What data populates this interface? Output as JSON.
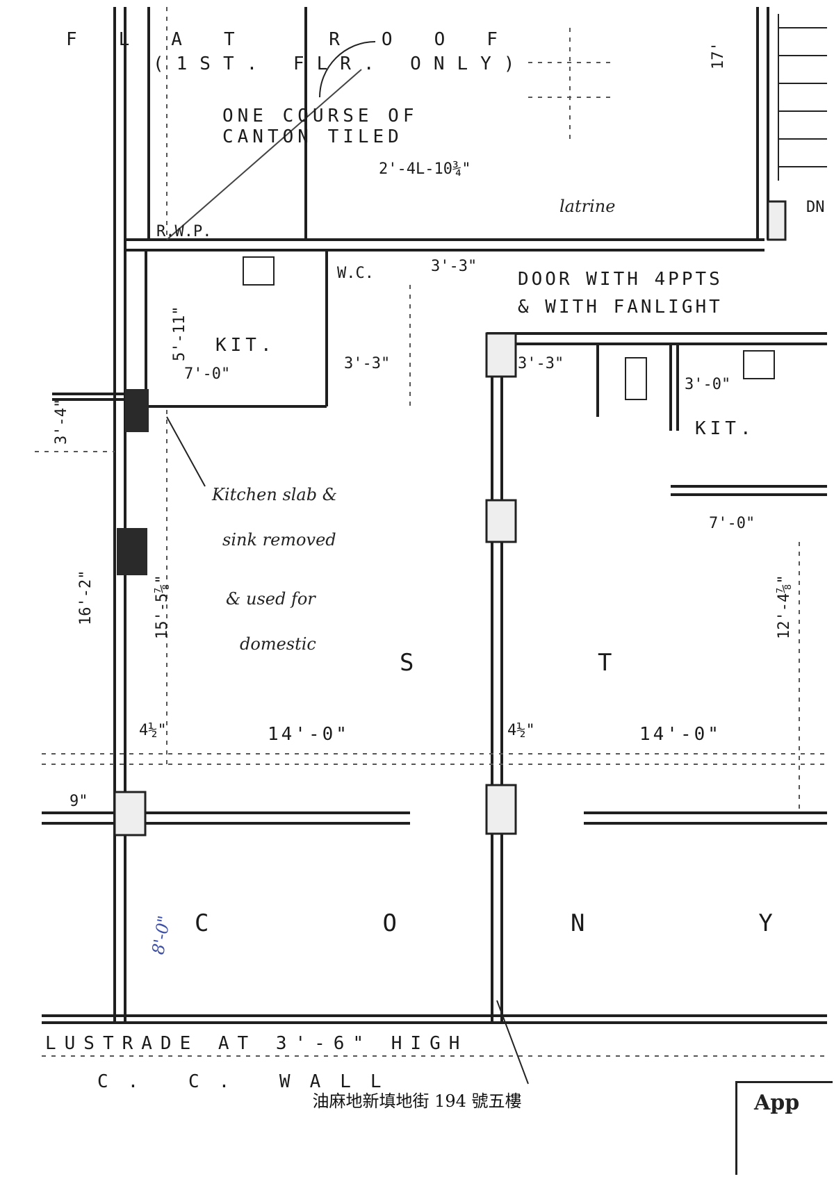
{
  "labels": {
    "flat_roof": "FLAT ROOF",
    "first_flr_only": "(1ST. FLR. ONLY)",
    "tiles_1": "ONE COURSE OF",
    "tiles_2": "CANTON TILED",
    "rwp": "R.W.P.",
    "latrine": "latrine",
    "dn": "DN",
    "wc": "W.C.",
    "kit_left": "KIT.",
    "kit_right": "KIT.",
    "door_1": "DOOR WITH 4PPTS",
    "door_2": "& WITH FANLIGHT",
    "st_s": "S",
    "st_t": "T",
    "balcony": "CONY",
    "balustrade": "LUSTRADE AT 3'-6\" HIGH",
    "wall": "C. C. WALL",
    "app": "App"
  },
  "dimensions": {
    "d1": "2'-4L-10¾\"",
    "d2": "3'-3\"",
    "d3": "7'-0\"",
    "d4": "3'-3\"",
    "d5": "3'-3\"",
    "d6": "7'-0\"",
    "d7": "3'-0\"",
    "d8": "14'-0\"",
    "d9": "14'-0\"",
    "d10": "4½\"",
    "d11": "4½\"",
    "d12": "16'-2\"",
    "d13": "15'-5⅞\"",
    "d14": "12'-4⅞\"",
    "d15": "3'-4\"",
    "d16": "17'",
    "d17": "5'-11\"",
    "d18": "9\""
  },
  "handwritten": {
    "note_1": "Kitchen slab &",
    "note_2": "sink removed",
    "note_3": "& used for",
    "note_4": "domestic",
    "blue_dim": "8'-0\""
  },
  "caption": "油麻地新填地街 194 號五樓"
}
